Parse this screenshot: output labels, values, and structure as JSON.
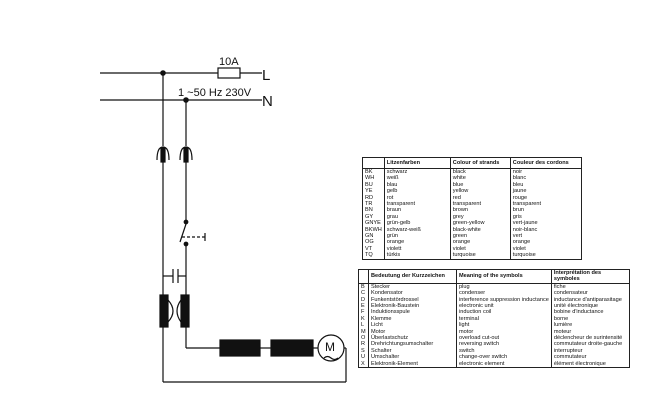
{
  "schematic": {
    "fuse_label": "10A",
    "supply_label": "1 ~50 Hz 230V",
    "line_L": "L",
    "line_N": "N",
    "motor_label": "M"
  },
  "colors_table": {
    "headers": [
      "",
      "Litzenfarben",
      "Colour of strands",
      "Couleur des cordons"
    ],
    "rows": [
      [
        "BK",
        "schwarz",
        "black",
        "noir"
      ],
      [
        "WH",
        "weiß",
        "white",
        "blanc"
      ],
      [
        "BU",
        "blau",
        "blue",
        "bleu"
      ],
      [
        "YE",
        "gelb",
        "yellow",
        "jaune"
      ],
      [
        "RD",
        "rot",
        "red",
        "rouge"
      ],
      [
        "TR",
        "transparent",
        "transparent",
        "transparent"
      ],
      [
        "BN",
        "braun",
        "brown",
        "brun"
      ],
      [
        "GY",
        "grau",
        "grey",
        "gris"
      ],
      [
        "GNYE",
        "grün-gelb",
        "green-yellow",
        "vert-jaune"
      ],
      [
        "BKWH",
        "schwarz-weiß",
        "black-white",
        "noir-blanc"
      ],
      [
        "GN",
        "grün",
        "green",
        "vert"
      ],
      [
        "OG",
        "orange",
        "orange",
        "orange"
      ],
      [
        "VT",
        "violett",
        "violet",
        "violet"
      ],
      [
        "TQ",
        "türkis",
        "turquoise",
        "turquoise"
      ]
    ]
  },
  "symbols_table": {
    "headers": [
      "",
      "Bedeutung der Kurzzeichen",
      "Meaning of the symbols",
      "Interprétation des symboles"
    ],
    "rows": [
      [
        "B",
        "Stecker",
        "plug",
        "fiche"
      ],
      [
        "C",
        "Kondensator",
        "condenser",
        "condensateur"
      ],
      [
        "D",
        "Funkentstördrossel",
        "interference suppression inductance",
        "inductance d'antiparasitage"
      ],
      [
        "E",
        "Elektronik-Baustein",
        "electronic unit",
        "unité électronique"
      ],
      [
        "F",
        "Induktionsspule",
        "induction coil",
        "bobine d'inductance"
      ],
      [
        "K",
        "Klemme",
        "terminal",
        "borne"
      ],
      [
        "L",
        "Licht",
        "light",
        "lumière"
      ],
      [
        "M",
        "Motor",
        "motor",
        "moteur"
      ],
      [
        "O",
        "Überlastschutz",
        "overload cut-out",
        "déclencheur de surintensité"
      ],
      [
        "R",
        "Drehrichtungsumschalter",
        "reversing switch",
        "commutateur droite-gauche"
      ],
      [
        "S",
        "Schalter",
        "switch",
        "interrupteur"
      ],
      [
        "U",
        "Umschalter",
        "change-over switch",
        "commutateur"
      ],
      [
        "X",
        "Elektronik-Element",
        "electronic element",
        "élément électronique"
      ]
    ]
  }
}
